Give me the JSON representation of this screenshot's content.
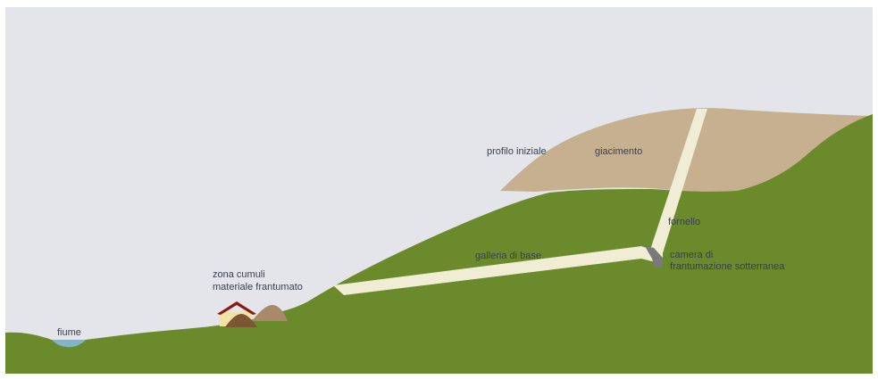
{
  "labels": {
    "river": "fiume",
    "piles_line1": "zona cumuli",
    "piles_line2": "materiale frantumato",
    "initial_profile": "profilo iniziale",
    "deposit": "giacimento",
    "shaft": "fornello",
    "base_gallery": "galleria di base",
    "chamber_line1": "camera di",
    "chamber_line2": "frantumazione sotterranea"
  },
  "colors": {
    "sky": "#e3e5ea",
    "hill": "#6a8a2b",
    "deposit": "#c7b08f",
    "tunnel": "#f1ecd4",
    "river": "#7fb5c5",
    "house_wall": "#f2e2a6",
    "house_roof": "#8a1a12",
    "pile_dark": "#7a5634",
    "pile_light": "#a9896a",
    "chamber": "#7a7a7a",
    "label_text": "#3a4150"
  }
}
